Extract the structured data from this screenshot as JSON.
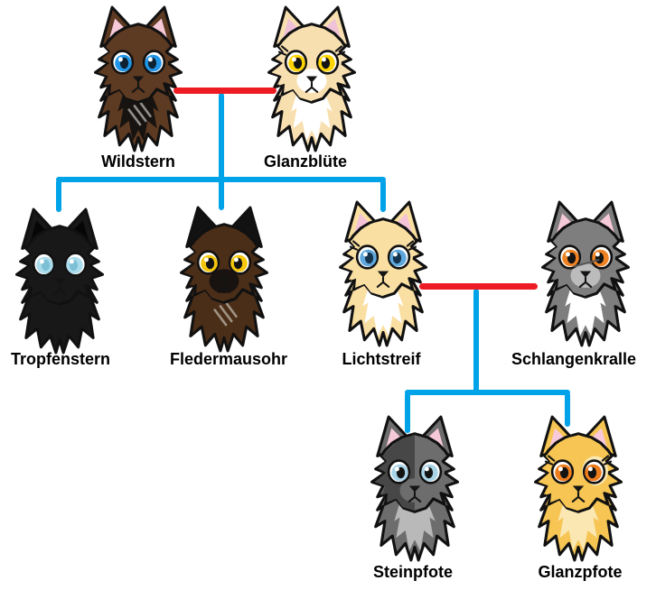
{
  "background": "#ffffff",
  "line_colors": {
    "mate": "#ed1c24",
    "descent": "#00a2e8"
  },
  "tree": {
    "families": [
      {
        "parents": [
          "Wildstern",
          "Glanzblüte"
        ],
        "children": [
          "Tropfenstern",
          "Fledermausohr",
          "Lichtstreif"
        ]
      },
      {
        "parents": [
          "Lichtstreif",
          "Schlangenkralle"
        ],
        "children": [
          "Steinpfote",
          "Glanzpfote"
        ]
      }
    ]
  },
  "cats": [
    {
      "name": "Wildstern",
      "colors": {
        "fur": "#5d3a22",
        "ear": "#5d3a22",
        "ear_inner": "#f6c9d9",
        "chest": "#171310",
        "eye": "#2196e8",
        "pupil": "#0e2233",
        "muzzle": "#5d3a22",
        "patch_left": "#5d3a22",
        "patch_eye": "#5d3a22",
        "scratch": "#8f8f8f",
        "lash": "transparent",
        "scar": "transparent"
      }
    },
    {
      "name": "Glanzblüte",
      "colors": {
        "fur": "#f8dfb0",
        "ear": "#f8dfb0",
        "ear_inner": "#f0c2d7",
        "chest": "#ffffff",
        "eye": "#ffd400",
        "pupil": "#131313",
        "muzzle": "#ffffff",
        "patch_left": "#f8dfb0",
        "patch_eye": "#f8dfb0",
        "scratch": "transparent",
        "lash": "#131313",
        "scar": "transparent"
      }
    },
    {
      "name": "Tropfenstern",
      "colors": {
        "fur": "#181818",
        "ear": "#181818",
        "ear_inner": "#060606",
        "chest": "#181818",
        "eye": "#abdcec",
        "pupil": "#7cc0d6",
        "muzzle": "#181818",
        "patch_left": "#181818",
        "patch_eye": "#181818",
        "scratch": "transparent",
        "lash": "transparent",
        "scar": "transparent"
      }
    },
    {
      "name": "Fledermausohr",
      "colors": {
        "fur": "#4b2e18",
        "ear": "#121212",
        "ear_inner": "#121212",
        "chest": "#4b2e18",
        "eye": "#f4c70a",
        "pupil": "#131313",
        "muzzle": "#181210",
        "patch_left": "#4b2e18",
        "patch_eye": "#4b2e18",
        "scratch": "#a09383",
        "lash": "transparent",
        "scar": "transparent"
      }
    },
    {
      "name": "Lichtstreif",
      "colors": {
        "fur": "#fadfa2",
        "ear": "#fadfa2",
        "ear_inner": "#f4c3d8",
        "chest": "#ffffff",
        "eye": "#5ea8dd",
        "pupil": "#15334d",
        "muzzle": "#fadfa2",
        "patch_left": "#fadfa2",
        "patch_eye": "#fadfa2",
        "scratch": "transparent",
        "lash": "#131313",
        "scar": "transparent"
      }
    },
    {
      "name": "Schlangenkralle",
      "colors": {
        "fur": "#7e7e7e",
        "ear": "#7e7e7e",
        "ear_inner": "#f6c9d9",
        "chest": "#ffffff",
        "eye": "#ef8222",
        "pupil": "#131313",
        "muzzle": "#bcbcbc",
        "patch_left": "#7e7e7e",
        "patch_eye": "#7e7e7e",
        "scratch": "transparent",
        "lash": "transparent",
        "scar": "#565656"
      }
    },
    {
      "name": "Steinpfote",
      "colors": {
        "fur": "#6d6d6d",
        "ear": "#6d6d6d",
        "ear_inner": "#f6c9d9",
        "chest": "#b9b9b9",
        "eye": "#a9d4e8",
        "pupil": "#131313",
        "muzzle": "#6d6d6d",
        "patch_left": "#474747",
        "patch_eye": "#6d6d6d",
        "scratch": "transparent",
        "lash": "transparent",
        "scar": "transparent"
      }
    },
    {
      "name": "Glanzpfote",
      "colors": {
        "fur": "#f6c553",
        "ear": "#f6c553",
        "ear_inner": "#f8c9da",
        "chest": "#fae7b2",
        "eye": "#ee7d1c",
        "pupil": "#131313",
        "muzzle": "#f6c553",
        "patch_left": "#f6c553",
        "patch_eye": "#fae7b2",
        "scratch": "transparent",
        "lash": "#131313",
        "scar": "transparent"
      }
    }
  ]
}
